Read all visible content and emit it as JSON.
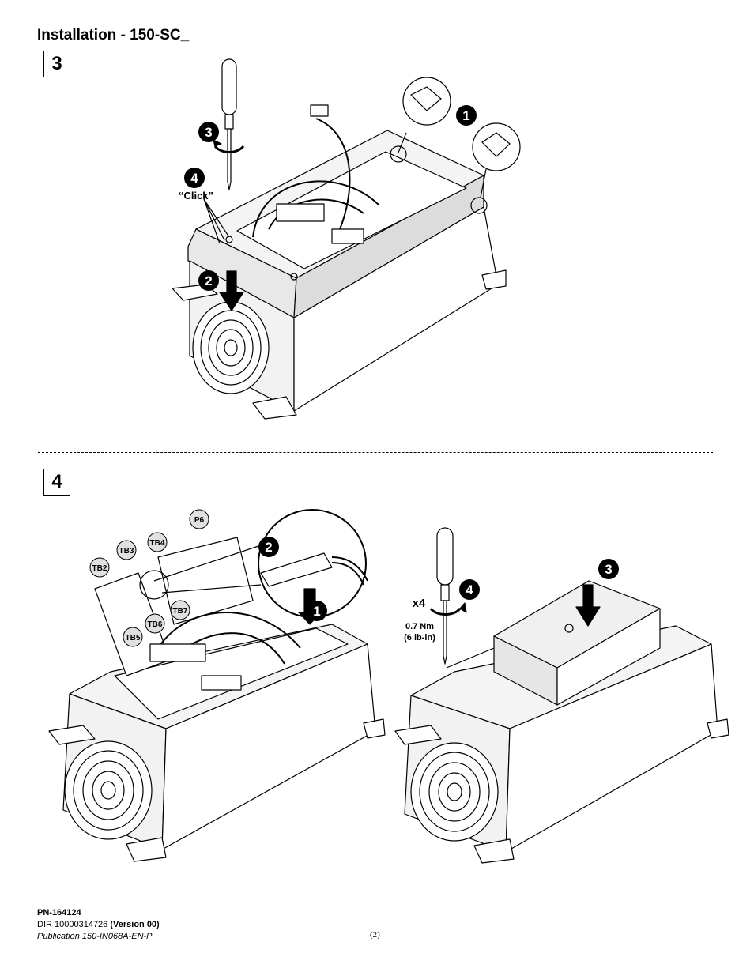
{
  "header": {
    "title": "Installation - 150-SC_"
  },
  "steps": [
    {
      "number": "3"
    },
    {
      "number": "4"
    }
  ],
  "step3": {
    "callouts": [
      "1",
      "2",
      "3",
      "4"
    ],
    "click_label": "“Click”"
  },
  "step4": {
    "callouts_left": [
      "1",
      "2"
    ],
    "callouts_right": [
      "3",
      "4"
    ],
    "terminal_labels": [
      "P6",
      "TB4",
      "TB3",
      "TB2",
      "TB7",
      "TB6",
      "TB5"
    ],
    "count_label": "x4",
    "torque_nm": "0.7 Nm",
    "torque_lbin": "(6 lb-in)"
  },
  "footer": {
    "part_number": "PN-164124",
    "dir_text": "DIR 10000314726",
    "version": "(Version 00)",
    "publication": "Publication 150-IN068A-EN-P",
    "page": "(2)"
  }
}
